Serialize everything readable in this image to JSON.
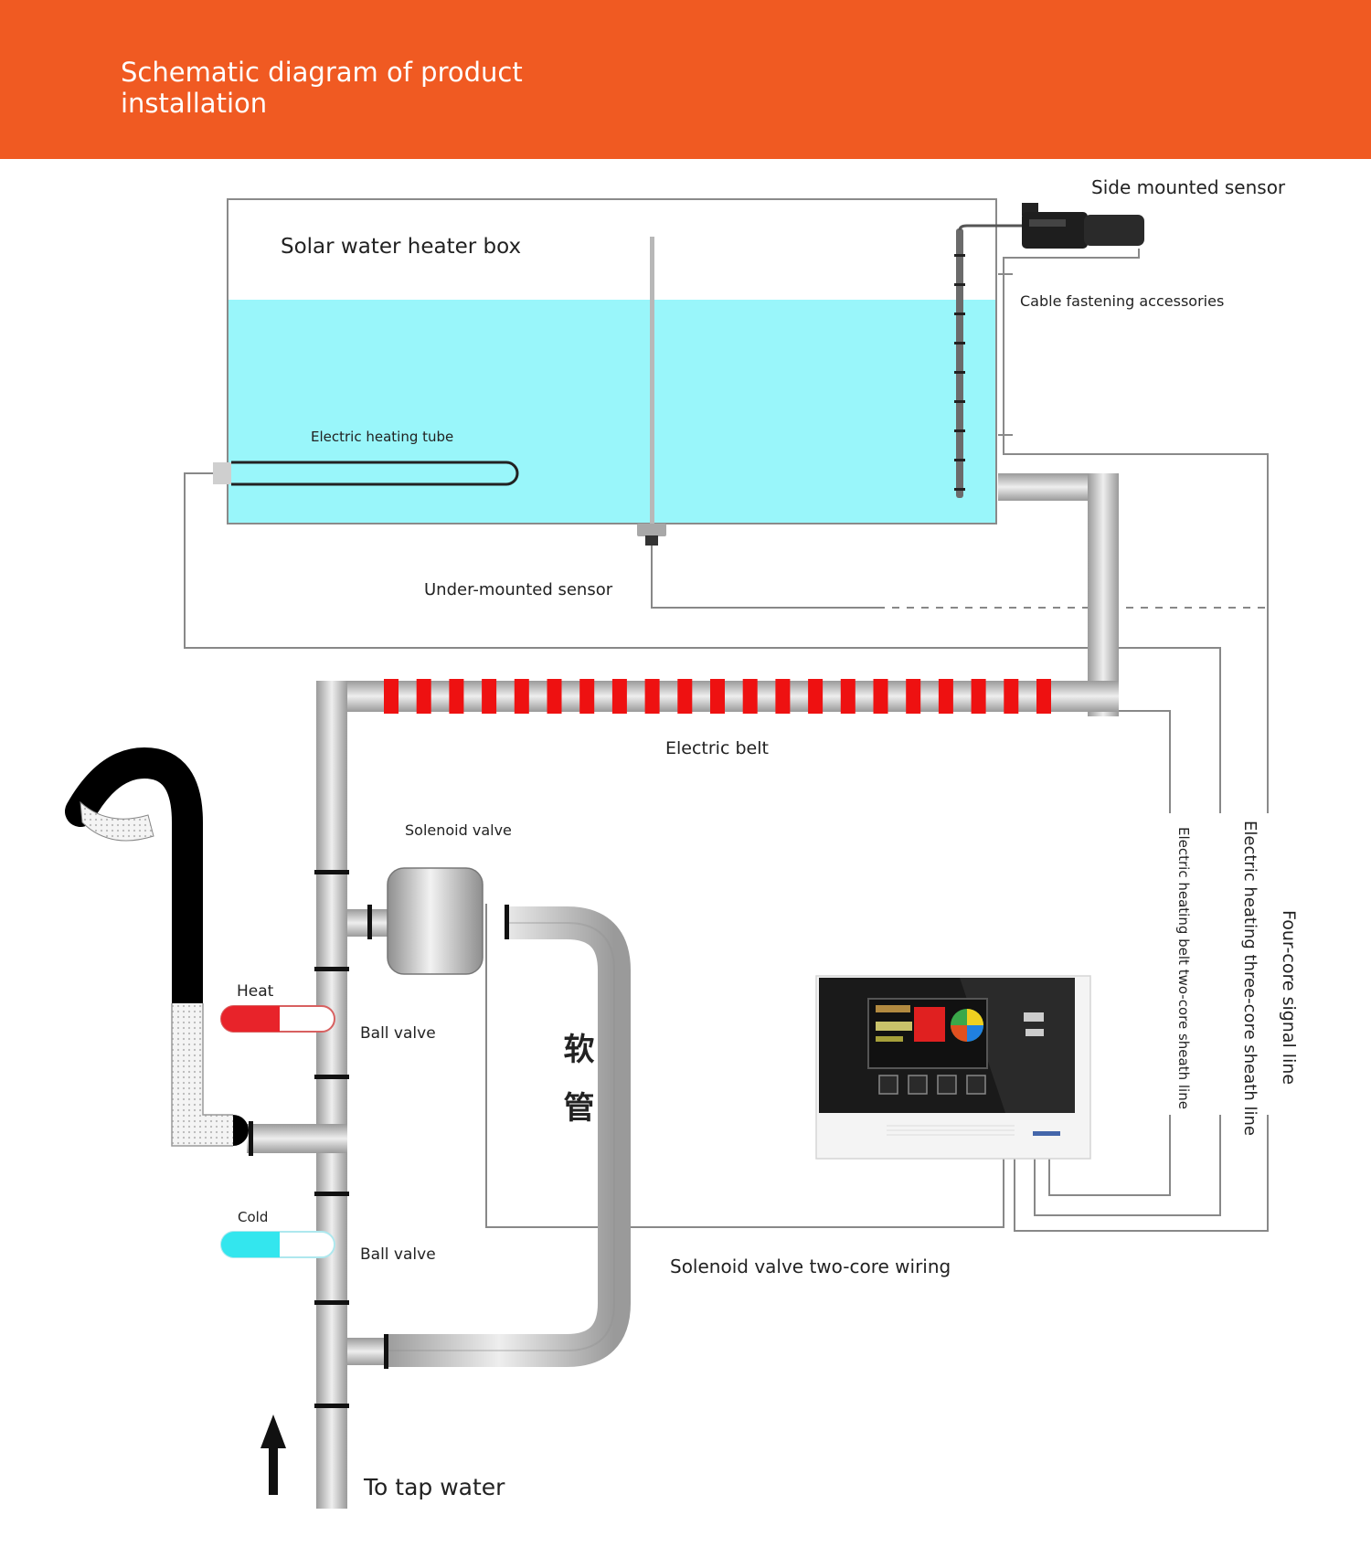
{
  "header": {
    "title": "Schematic diagram of product installation"
  },
  "labels": {
    "box": "Solar water heater box",
    "side_sensor": "Side mounted sensor",
    "cable_accessories": "Cable fastening accessories",
    "heating_tube": "Electric heating tube",
    "under_sensor": "Under-mounted sensor",
    "electric_belt": "Electric belt",
    "solenoid_valve": "Solenoid valve",
    "heat": "Heat",
    "cold": "Cold",
    "ball_valve_hot": "Ball valve",
    "ball_valve_cold": "Ball valve",
    "hose": "软管",
    "solenoid_wiring": "Solenoid valve two-core wiring",
    "tap_water": "To tap water",
    "belt_line": "Electric heating belt two-core sheath line",
    "tube_line": "Electric heating three-core sheath line",
    "signal_line": "Four-core signal line"
  },
  "colors": {
    "header": "#f05a22",
    "water": "#99f6fa",
    "belt_red": "#ee1111",
    "hot_red": "#e8232a",
    "cold_cyan": "#33e6ee"
  },
  "icons": [
    "shower-head-icon",
    "arrow-up-icon",
    "controller-panel-icon"
  ]
}
